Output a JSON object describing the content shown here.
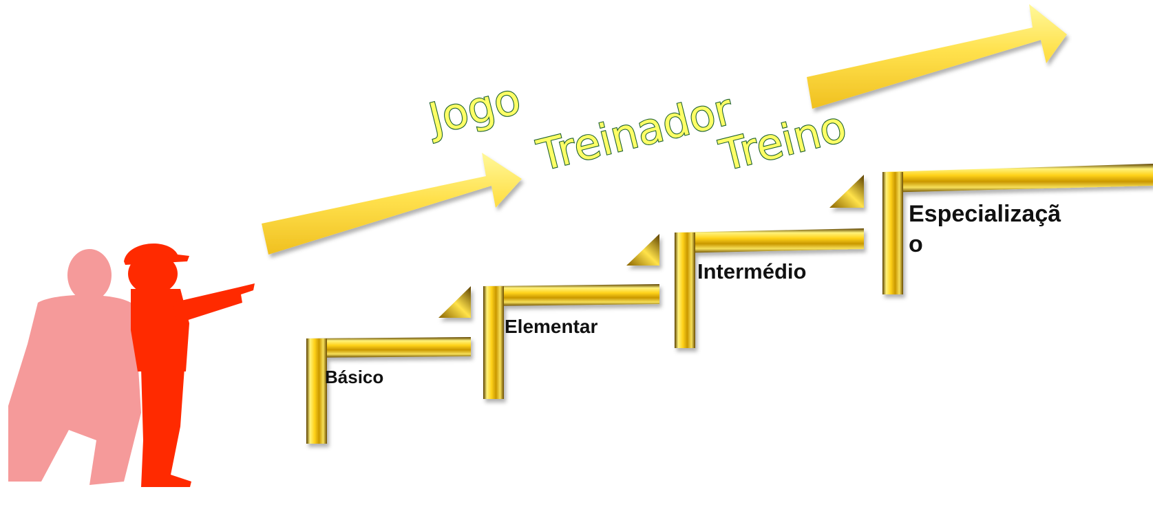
{
  "concepts": {
    "jogo": "Jogo",
    "treinador": "Treinador",
    "treino": "Treino"
  },
  "steps": [
    {
      "label": "Básico"
    },
    {
      "label": "Elementar"
    },
    {
      "label": "Intermédio"
    },
    {
      "label_line1": "Especializaçã",
      "label_line2": "o"
    }
  ],
  "illustration": {
    "icon": "adult-and-child-pointing-icon",
    "adult_color": "#f59a9a",
    "child_color": "#ff2a00"
  },
  "colors": {
    "arrow_fill": "#ffe14d",
    "gold_light": "#fff27a",
    "gold_mid": "#e6b800",
    "gold_dark": "#6b4d00",
    "concept_text": "#ffff66",
    "concept_outline": "#1a5e2e"
  }
}
